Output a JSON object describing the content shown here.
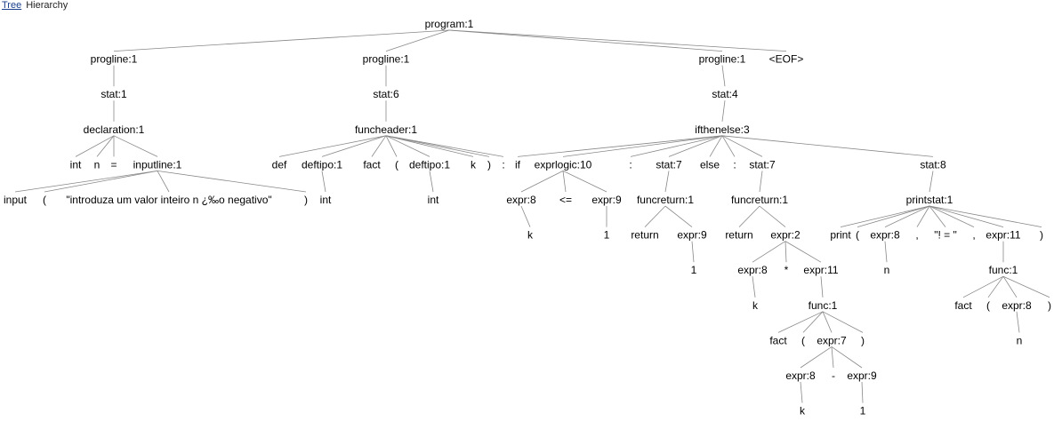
{
  "tabs": [
    {
      "label": "Tree",
      "active": true
    },
    {
      "label": "Hierarchy",
      "active": false
    }
  ],
  "tree": {
    "label": "program:1",
    "children": [
      {
        "label": "progline:1",
        "children": [
          {
            "label": "stat:1",
            "children": [
              {
                "label": "declaration:1",
                "children": [
                  {
                    "label": "int"
                  },
                  {
                    "label": "n"
                  },
                  {
                    "label": "="
                  },
                  {
                    "label": "inputline:1",
                    "children": [
                      {
                        "label": "input"
                      },
                      {
                        "label": "("
                      },
                      {
                        "label": "\"introduza um valor inteiro n ¿‰o negativo\""
                      },
                      {
                        "label": ")"
                      }
                    ]
                  }
                ]
              }
            ]
          }
        ]
      },
      {
        "label": "progline:1",
        "children": [
          {
            "label": "stat:6",
            "children": [
              {
                "label": "funcheader:1",
                "children": [
                  {
                    "label": "def"
                  },
                  {
                    "label": "deftipo:1",
                    "children": [
                      {
                        "label": "int"
                      }
                    ]
                  },
                  {
                    "label": "fact"
                  },
                  {
                    "label": "("
                  },
                  {
                    "label": "deftipo:1",
                    "children": [
                      {
                        "label": "int"
                      }
                    ]
                  },
                  {
                    "label": "k"
                  },
                  {
                    "label": ")"
                  },
                  {
                    "label": ":"
                  }
                ]
              }
            ]
          }
        ]
      },
      {
        "label": "progline:1",
        "children": [
          {
            "label": "stat:4",
            "children": [
              {
                "label": "ifthenelse:3",
                "children": [
                  {
                    "label": "if"
                  },
                  {
                    "label": "exprlogic:10",
                    "children": [
                      {
                        "label": "expr:8",
                        "children": [
                          {
                            "label": "k"
                          }
                        ]
                      },
                      {
                        "label": "<="
                      },
                      {
                        "label": "expr:9",
                        "children": [
                          {
                            "label": "1"
                          }
                        ]
                      }
                    ]
                  },
                  {
                    "label": ":"
                  },
                  {
                    "label": "stat:7",
                    "children": [
                      {
                        "label": "funcreturn:1",
                        "children": [
                          {
                            "label": "return"
                          },
                          {
                            "label": "expr:9",
                            "children": [
                              {
                                "label": "1"
                              }
                            ]
                          }
                        ]
                      }
                    ]
                  },
                  {
                    "label": "else"
                  },
                  {
                    "label": ":"
                  },
                  {
                    "label": "stat:7",
                    "children": [
                      {
                        "label": "funcreturn:1",
                        "children": [
                          {
                            "label": "return"
                          },
                          {
                            "label": "expr:2",
                            "children": [
                              {
                                "label": "expr:8",
                                "children": [
                                  {
                                    "label": "k"
                                  }
                                ]
                              },
                              {
                                "label": "*"
                              },
                              {
                                "label": "expr:11",
                                "children": [
                                  {
                                    "label": "func:1",
                                    "children": [
                                      {
                                        "label": "fact"
                                      },
                                      {
                                        "label": "("
                                      },
                                      {
                                        "label": "expr:7",
                                        "children": [
                                          {
                                            "label": "expr:8",
                                            "children": [
                                              {
                                                "label": "k"
                                              }
                                            ]
                                          },
                                          {
                                            "label": "-"
                                          },
                                          {
                                            "label": "expr:9",
                                            "children": [
                                              {
                                                "label": "1"
                                              }
                                            ]
                                          }
                                        ]
                                      },
                                      {
                                        "label": ")"
                                      }
                                    ]
                                  }
                                ]
                              }
                            ]
                          }
                        ]
                      }
                    ]
                  },
                  {
                    "label": "stat:8",
                    "children": [
                      {
                        "label": "printstat:1",
                        "children": [
                          {
                            "label": "print"
                          },
                          {
                            "label": "("
                          },
                          {
                            "label": "expr:8",
                            "children": [
                              {
                                "label": "n"
                              }
                            ]
                          },
                          {
                            "label": ","
                          },
                          {
                            "label": "\"! = \""
                          },
                          {
                            "label": ","
                          },
                          {
                            "label": "expr:11",
                            "children": [
                              {
                                "label": "func:1",
                                "children": [
                                  {
                                    "label": "fact"
                                  },
                                  {
                                    "label": "("
                                  },
                                  {
                                    "label": "expr:8",
                                    "children": [
                                      {
                                        "label": "n"
                                      }
                                    ]
                                  },
                                  {
                                    "label": ")"
                                  }
                                ]
                              }
                            ]
                          },
                          {
                            "label": ")"
                          }
                        ]
                      }
                    ]
                  }
                ]
              }
            ]
          }
        ]
      },
      {
        "label": "<EOF>"
      }
    ]
  }
}
